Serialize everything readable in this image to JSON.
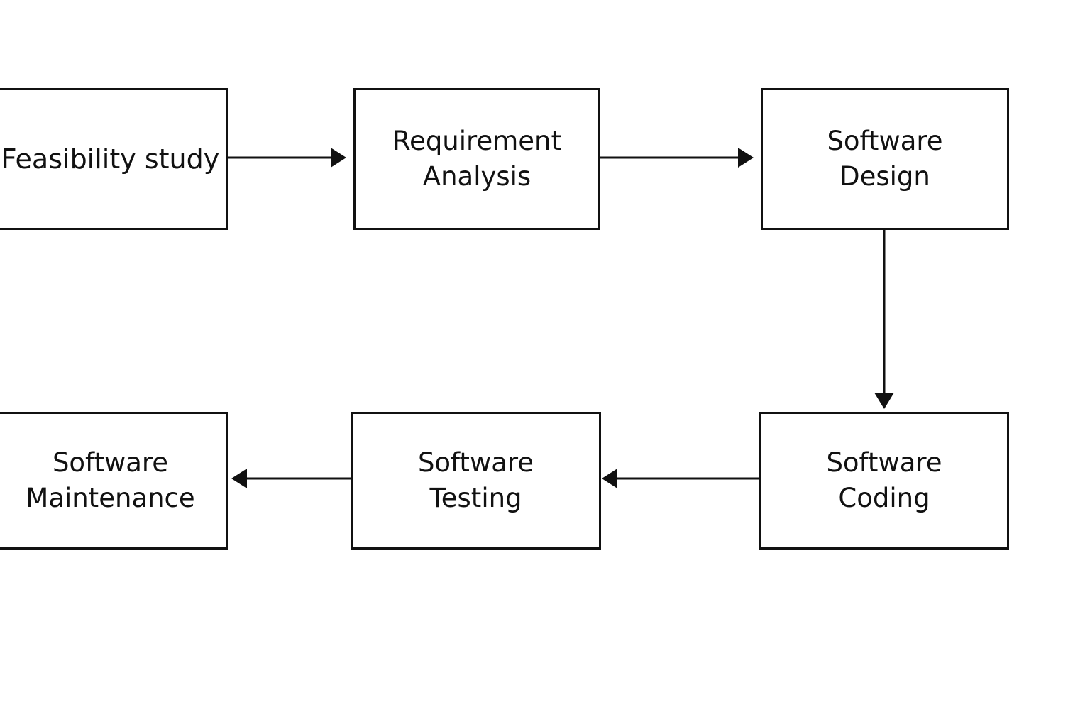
{
  "diagram": {
    "nodes": [
      {
        "id": "feasibility",
        "lines": [
          "Feasibility study"
        ]
      },
      {
        "id": "requirement",
        "lines": [
          "Requirement",
          "Analysis"
        ]
      },
      {
        "id": "design",
        "lines": [
          "Software",
          "Design"
        ]
      },
      {
        "id": "coding",
        "lines": [
          "Software",
          "Coding"
        ]
      },
      {
        "id": "testing",
        "lines": [
          "Software",
          "Testing"
        ]
      },
      {
        "id": "maintenance",
        "lines": [
          "Software",
          "Maintenance"
        ]
      }
    ],
    "edges": [
      {
        "from": "feasibility",
        "to": "requirement"
      },
      {
        "from": "requirement",
        "to": "design"
      },
      {
        "from": "design",
        "to": "coding"
      },
      {
        "from": "coding",
        "to": "testing"
      },
      {
        "from": "testing",
        "to": "maintenance"
      }
    ],
    "colors": {
      "stroke": "#111111",
      "background": "#ffffff",
      "text": "#111111"
    }
  }
}
